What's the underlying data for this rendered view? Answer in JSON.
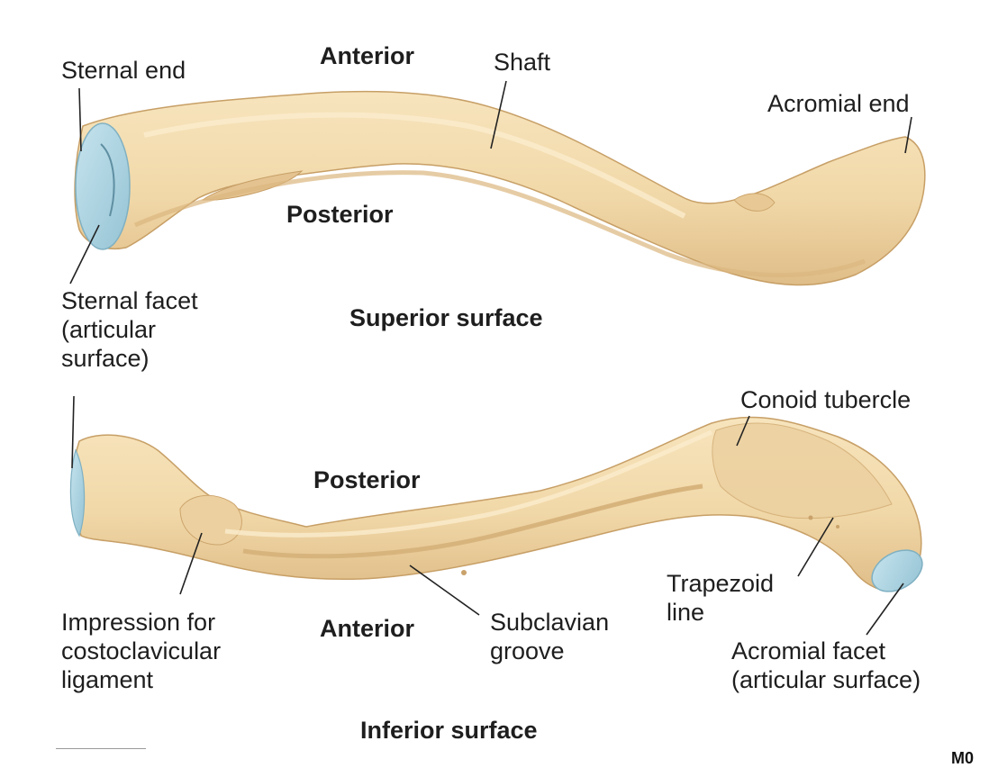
{
  "figure": {
    "colors": {
      "bone": "#f3dcae",
      "bone_shadow": "#d9b783",
      "bone_outline": "#c79f66",
      "cartilage": "#b7dbe6",
      "cartilage_dark": "#8fbfd0",
      "leader": "#222222"
    },
    "superior": {
      "title": "Superior surface",
      "anterior": "Anterior",
      "posterior": "Posterior",
      "sternal_end": "Sternal end",
      "shaft": "Shaft",
      "acromial_end": "Acromial end",
      "sternal_facet": "Sternal facet\n(articular\nsurface)"
    },
    "inferior": {
      "title": "Inferior surface",
      "posterior": "Posterior",
      "anterior": "Anterior",
      "conoid_tubercle": "Conoid tubercle",
      "trapezoid_line": "Trapezoid\nline",
      "acromial_facet": "Acromial facet\n(articular surface)",
      "subclavian_groove": "Subclavian\ngroove",
      "impression": "Impression for\ncostoclavicular\nligament"
    },
    "corner_text": "M0"
  }
}
